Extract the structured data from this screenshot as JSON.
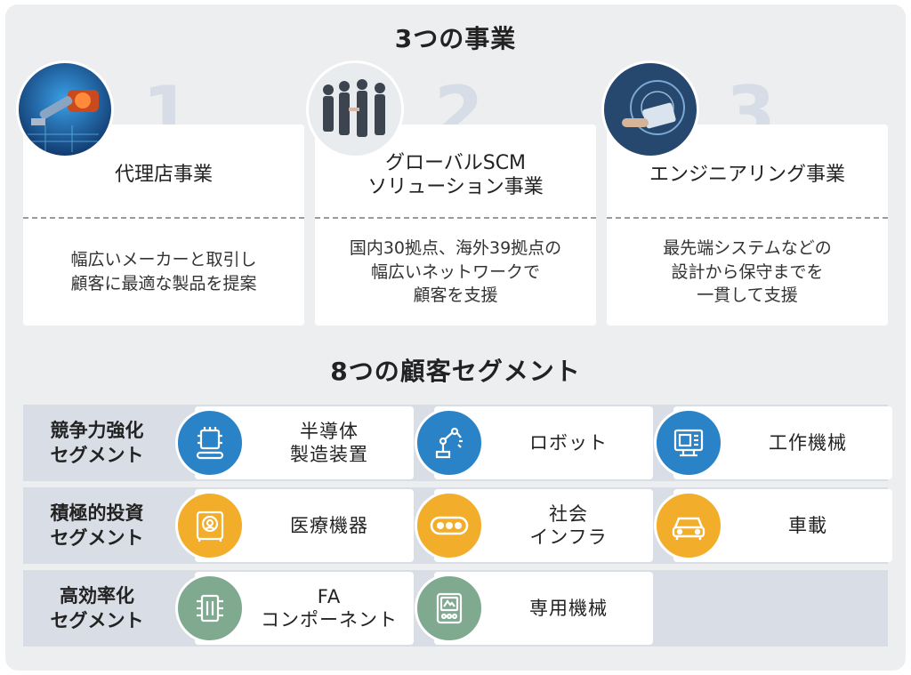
{
  "section1": {
    "title": "3つの事業",
    "businesses": [
      {
        "number": "1",
        "name": "代理店事業",
        "desc": "幅広いメーカーと取引し\n顧客に最適な製品を提案",
        "photo": "robot-arm-chip-photo"
      },
      {
        "number": "2",
        "name": "グローバルSCM\nソリューション事業",
        "desc": "国内30拠点、海外39拠点の\n幅広いネットワークで\n顧客を支援",
        "photo": "business-people-photo"
      },
      {
        "number": "3",
        "name": "エンジニアリング事業",
        "desc": "最先端システムなどの\n設計から保守までを\n一貫して支援",
        "photo": "tablet-tech-photo"
      }
    ]
  },
  "section2": {
    "title": "8つの顧客セグメント",
    "rows": [
      {
        "label": "競争力強化\nセグメント",
        "color": "#2b83c7",
        "items": [
          {
            "name": "半導体\n製造装置",
            "icon": "chip-icon"
          },
          {
            "name": "ロボット",
            "icon": "robot-arm-icon"
          },
          {
            "name": "工作機械",
            "icon": "machine-tool-icon"
          }
        ]
      },
      {
        "label": "積極的投資\nセグメント",
        "color": "#f2ad2b",
        "items": [
          {
            "name": "医療機器",
            "icon": "medical-scanner-icon"
          },
          {
            "name": "社会\nインフラ",
            "icon": "conveyor-icon"
          },
          {
            "name": "車載",
            "icon": "car-icon"
          }
        ]
      },
      {
        "label": "高効率化\nセグメント",
        "color": "#7faa90",
        "items": [
          {
            "name": "FA\nコンポーネント",
            "icon": "component-icon"
          },
          {
            "name": "専用機械",
            "icon": "dedicated-machine-icon"
          }
        ]
      }
    ]
  }
}
